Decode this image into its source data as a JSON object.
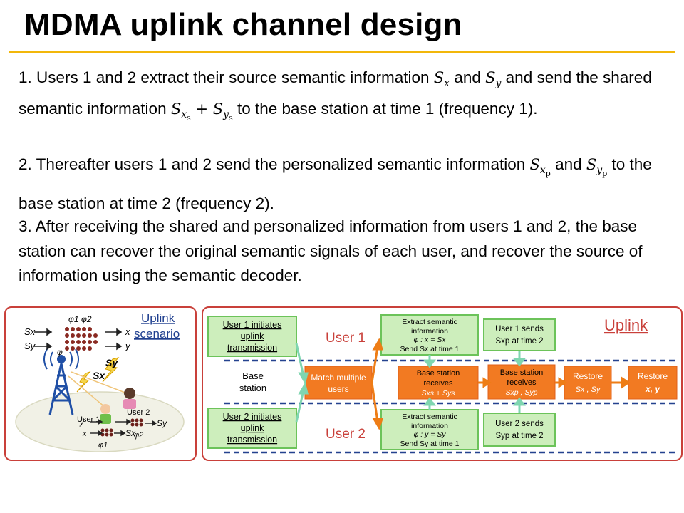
{
  "title": "MDMA uplink channel design",
  "paragraphs": {
    "p1": {
      "t1": "1. Users 1 and 2 extract their source semantic information ",
      "t2": " and ",
      "t3": " and send the shared semantic information ",
      "t4": " to the base station at time 1 (frequency 1)."
    },
    "p2": {
      "t1": "2. Thereafter users 1 and 2 send the personalized semantic information ",
      "t2": " and ",
      "t3": " to the base station at time 2 (frequency 2)."
    },
    "p3": "3. After receiving the shared and personalized information from users 1 and 2, the base station can recover the original semantic signals of each user, and recover the source of information using the semantic decoder."
  },
  "math": {
    "S": "S",
    "x": "x",
    "y": "y",
    "s": "s",
    "p": "p",
    "plus": " + "
  },
  "scenario": {
    "title_line1": "Uplink",
    "title_line2": "scenario",
    "phi1": "φ1",
    "phi2": "φ2",
    "sx": "Sx",
    "sy": "Sy",
    "x": "x",
    "y": "y",
    "user1": "User 1",
    "user2": "User 2",
    "u1_phi": "φ1",
    "u2_phi": "φ2",
    "phi_mid": "φ"
  },
  "flow": {
    "title": "Uplink",
    "user1_label": "User 1",
    "user2_label": "User 2",
    "base_station_line1": "Base",
    "base_station_line2": "station",
    "u1_init": [
      "User 1 initiates",
      "uplink",
      "transmission"
    ],
    "u2_init": [
      "User 2 initiates",
      "uplink",
      "transmission"
    ],
    "match": [
      "Match multiple",
      "users"
    ],
    "extract1": [
      "Extract semantic",
      "information",
      "φ : x = Sx",
      "Send Sx at time 1"
    ],
    "extract2": [
      "Extract semantic",
      "information",
      "φ : y = Sy",
      "Send Sy at time 1"
    ],
    "bs_recv1": [
      "Base station",
      "receives",
      "Sxs + Sys"
    ],
    "u1_sends": [
      "User 1 sends",
      "Sxp at time 2"
    ],
    "u2_sends": [
      "User 2 sends",
      "Syp at time 2"
    ],
    "bs_recv2": [
      "Base station",
      "receives",
      "Sxp , Syp"
    ],
    "restore1": [
      "Restore",
      "Sx , Sy"
    ],
    "restore2": [
      "Restore",
      "x, y"
    ],
    "colors": {
      "green": "#cdeebc",
      "green_border": "#6cc35a",
      "orange": "#f27a22",
      "arrow_orange": "#ee7d16",
      "teal": "#7fd6b0",
      "dash": "#24428f"
    }
  }
}
